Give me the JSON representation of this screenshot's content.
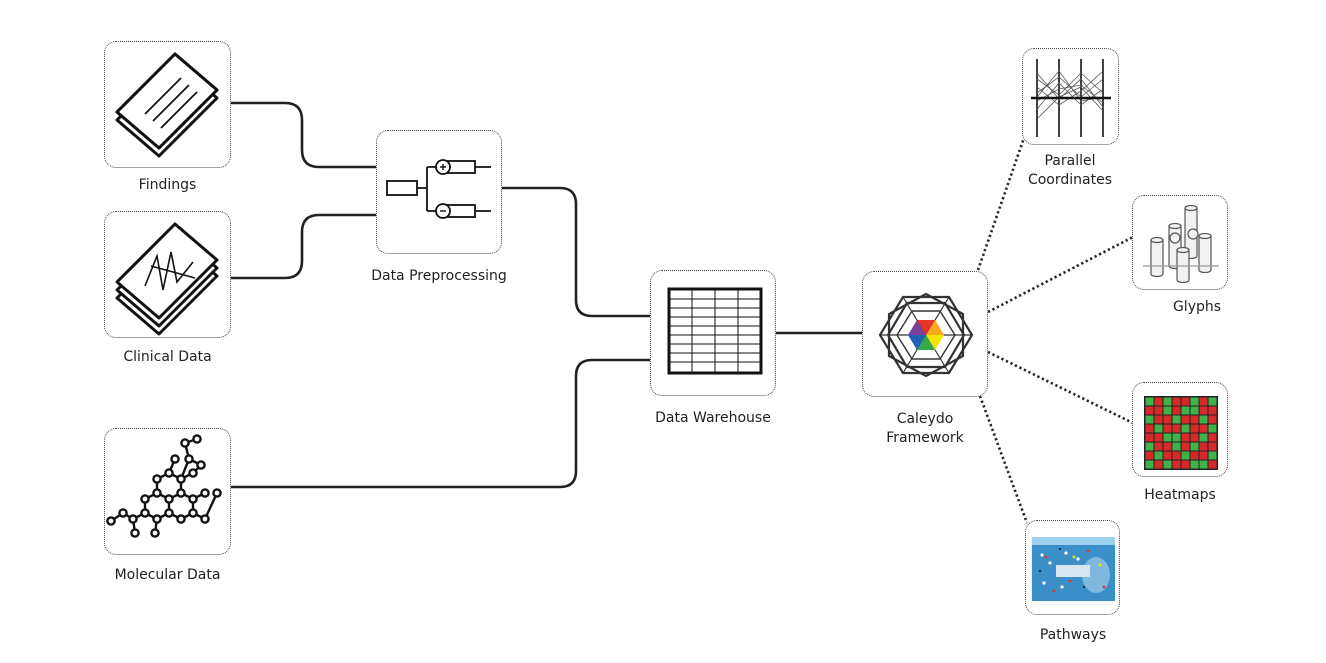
{
  "nodes": {
    "findings": {
      "label": "Findings"
    },
    "clinical": {
      "label": "Clinical Data"
    },
    "molecular": {
      "label": "Molecular Data"
    },
    "preprocessing": {
      "label": "Data Preprocessing"
    },
    "warehouse": {
      "label": "Data Warehouse"
    },
    "caleydo": {
      "label_line1": "Caleydo",
      "label_line2": "Framework"
    },
    "parallel": {
      "label_line1": "Parallel",
      "label_line2": "Coordinates"
    },
    "glyphs": {
      "label": "Glyphs"
    },
    "heatmaps": {
      "label": "Heatmaps"
    },
    "pathways": {
      "label": "Pathways"
    }
  },
  "colors": {
    "line": "#222222",
    "heat_red": "#d62a2a",
    "heat_green": "#3fb24a",
    "hex_palette": [
      "#e63329",
      "#f7a81b",
      "#f4e500",
      "#35a849",
      "#1e64b4",
      "#7b3f98"
    ]
  },
  "icons": {
    "findings": "stacked-papers-icon",
    "clinical": "stacked-charts-icon",
    "molecular": "molecule-icon",
    "preprocessing": "filter-branch-icon",
    "warehouse": "table-icon",
    "caleydo": "hexagon-color-wheel-icon",
    "parallel": "parallel-coordinates-icon",
    "glyphs": "cylinder-glyphs-icon",
    "heatmaps": "heatmap-grid-icon",
    "pathways": "pathway-map-icon"
  }
}
